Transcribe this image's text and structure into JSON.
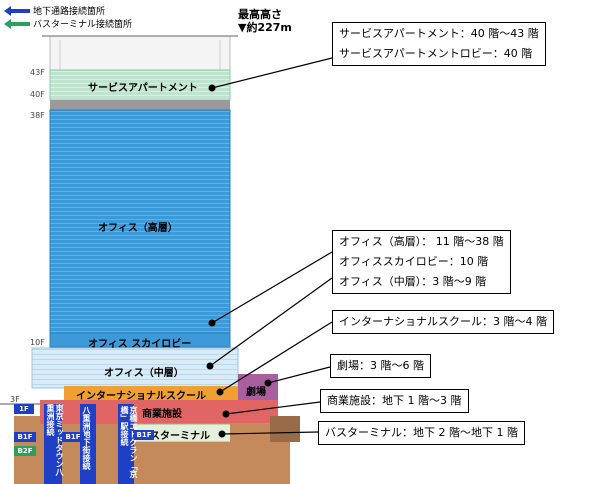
{
  "legend": {
    "items": [
      {
        "label": "地下通路接続箇所",
        "color": "#1f3fc7"
      },
      {
        "label": "バスターミナル接続箇所",
        "color": "#2aa05a"
      }
    ]
  },
  "max_height": {
    "line1": "最高高さ",
    "line2": "▼約227m"
  },
  "floor_marks": [
    "43F",
    "40F",
    "38F",
    "10F",
    "3F",
    "1F",
    "B1F",
    "B2F"
  ],
  "zones": {
    "service_apartment": "サービスアパートメント",
    "office_high": "オフィス（高層）",
    "sky_lobby": "オフィス スカイロビー",
    "office_mid": "オフィス（中層）",
    "intl_school": "インターナショナルスクール",
    "theater": "劇場",
    "commercial": "商業施設",
    "bus_terminal": "バスターミナル"
  },
  "connections": {
    "tokyo_midtown": "東京ミッドタウン八重洲接続",
    "yaesu_chika": "八重洲地下街接続",
    "kyobashi": "京橋エドグラン「京橋」駅接続",
    "b1f_badge": "B1F",
    "b2f_badge": "B2F",
    "f1_badge": "1F"
  },
  "callouts": {
    "box1": [
      "サービスアパートメント：40 階～43 階",
      "サービスアパートメントロビー：40 階"
    ],
    "box2": [
      "オフィス（高層）： 11 階～38 階",
      "オフィススカイロビー：10 階",
      "オフィス（中層）：3 階～9 階"
    ],
    "box3": [
      "インターナショナルスクール：3 階～4 階"
    ],
    "box4": [
      "劇場：3 階～6 階"
    ],
    "box5": [
      "商業施設：地下 1 階～3 階"
    ],
    "box6": [
      "バスターミナル：地下 2 階～地下 1 階"
    ]
  },
  "colors": {
    "apartment": "#bfe3cf",
    "office": "#3d9ad8",
    "office_mid": "#d9ebf7",
    "school": "#f0a030",
    "theater": "#a85fa0",
    "commercial": "#e26565",
    "bus": "#e4efdc",
    "basement": "#c58a5c",
    "underground_blue": "#1f3fc7"
  }
}
